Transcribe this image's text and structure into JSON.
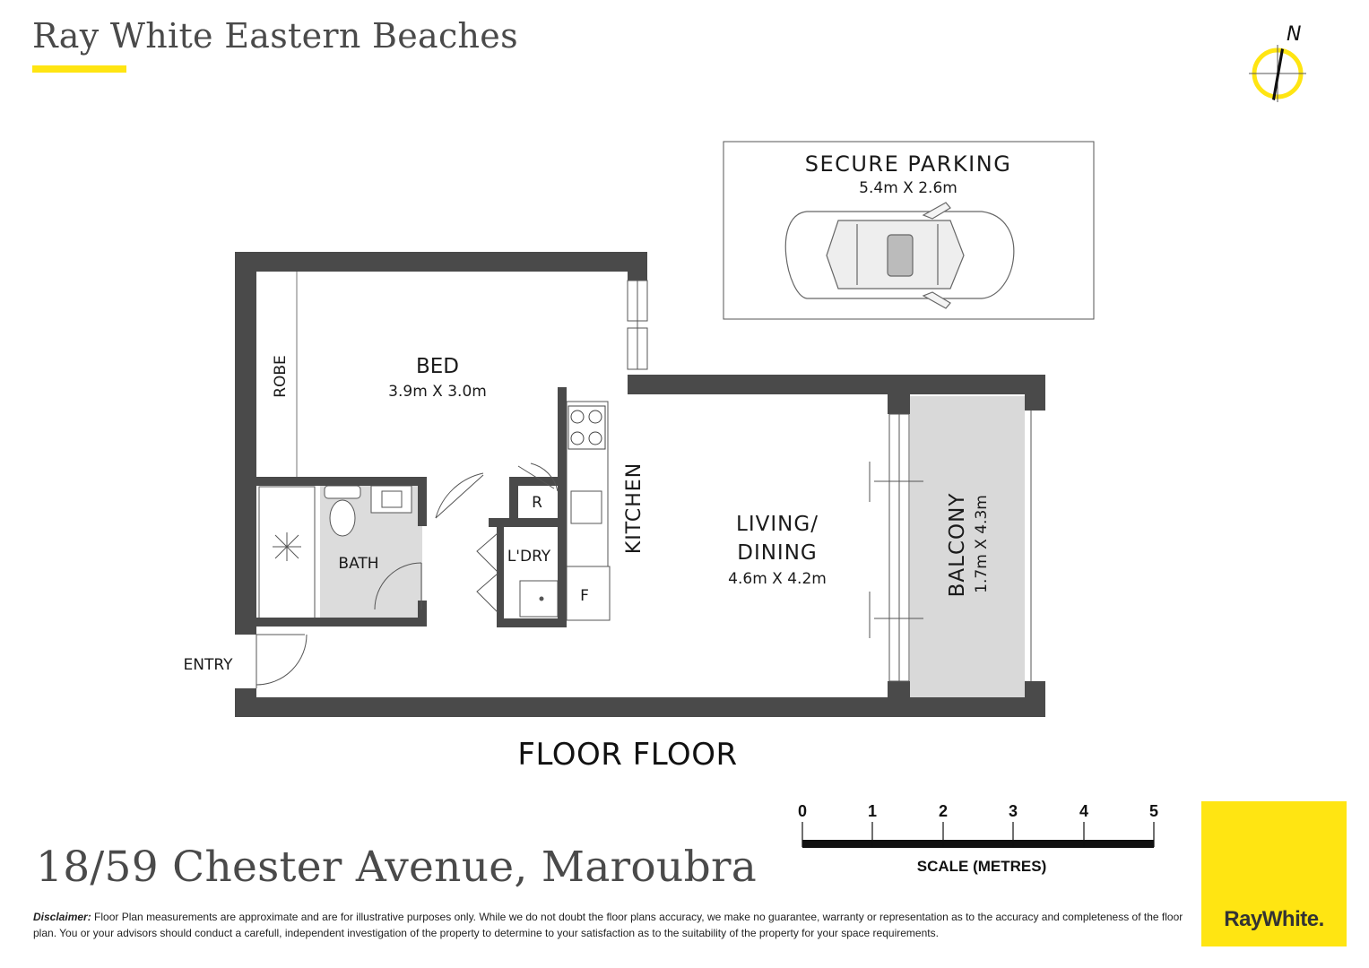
{
  "header": {
    "brand_title": "Ray White Eastern Beaches",
    "north_label": "N"
  },
  "rooms": {
    "parking": {
      "name": "SECURE PARKING",
      "size": "5.4m X 2.6m"
    },
    "bed": {
      "name": "BED",
      "size": "3.9m X 3.0m"
    },
    "robe": {
      "name": "ROBE"
    },
    "bath": {
      "name": "BATH"
    },
    "fridge_recess": {
      "name": "R"
    },
    "laundry": {
      "name": "L'DRY"
    },
    "fridge": {
      "name": "F"
    },
    "kitchen": {
      "name": "KITCHEN"
    },
    "living": {
      "name_line1": "LIVING/",
      "name_line2": "DINING",
      "size": "4.6m X 4.2m"
    },
    "balcony": {
      "name": "BALCONY",
      "size": "1.7m X 4.3m"
    },
    "entry": {
      "name": "ENTRY"
    }
  },
  "floor_title": "FLOOR FLOOR",
  "scale": {
    "ticks": [
      "0",
      "1",
      "2",
      "3",
      "4",
      "5"
    ],
    "label": "SCALE (METRES)"
  },
  "address": "18/59 Chester Avenue, Maroubra",
  "disclaimer": {
    "label": "Disclaimer:",
    "text": " Floor Plan measurements are approximate and are for illustrative purposes only. While we do not doubt the  floor  plans  accuracy,  we make no guarantee, warranty or representation as to the accuracy and completeness of the floor plan.  You  or  your  advisors  should  conduct a carefull, independent investigation of the property to determine to your satisfaction as to the suitability of the property for your space requirements."
  },
  "logo": {
    "text": "RayWhite."
  },
  "colors": {
    "brand_yellow": "#ffe512",
    "wall": "#4a4a4a",
    "wet_area": "#dcdcdc",
    "balcony": "#d9d9d9"
  }
}
